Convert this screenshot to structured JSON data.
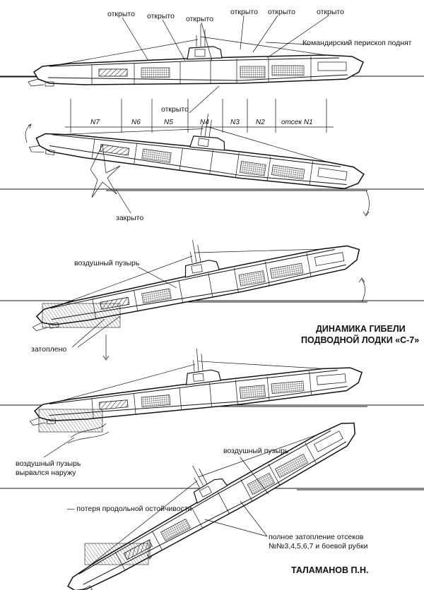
{
  "labels": {
    "open_1": "открыто",
    "open_2": "открыто",
    "open_3": "открыто",
    "open_4": "открыто",
    "open_5": "открыто",
    "open_6": "открыто",
    "open_7": "открыто",
    "periscope": "Командирский перископ поднят",
    "closed": "закрыто",
    "air_bubble_1": "воздушный пузырь",
    "flooded": "затоплено",
    "title_line1": "ДИНАМИКА ГИБЕЛИ",
    "title_line2": "ПОДВОДНОЙ ЛОДКИ «С-7»",
    "escaped_line1": "воздушный пузырь",
    "escaped_line2": "вырвался наружу",
    "air_bubble_2": "воздушный пузырь",
    "stability_loss": "— потеря продольной остойчивости",
    "full_flood_line1": "полное затопление отсеков",
    "full_flood_line2": "№№3,4,5,6,7 и боевой рубки",
    "author": "ТАЛАМАНОВ П.Н."
  },
  "compartments": [
    "N7",
    "N6",
    "N5",
    "N4",
    "N3",
    "N2",
    "отсек N1"
  ]
}
